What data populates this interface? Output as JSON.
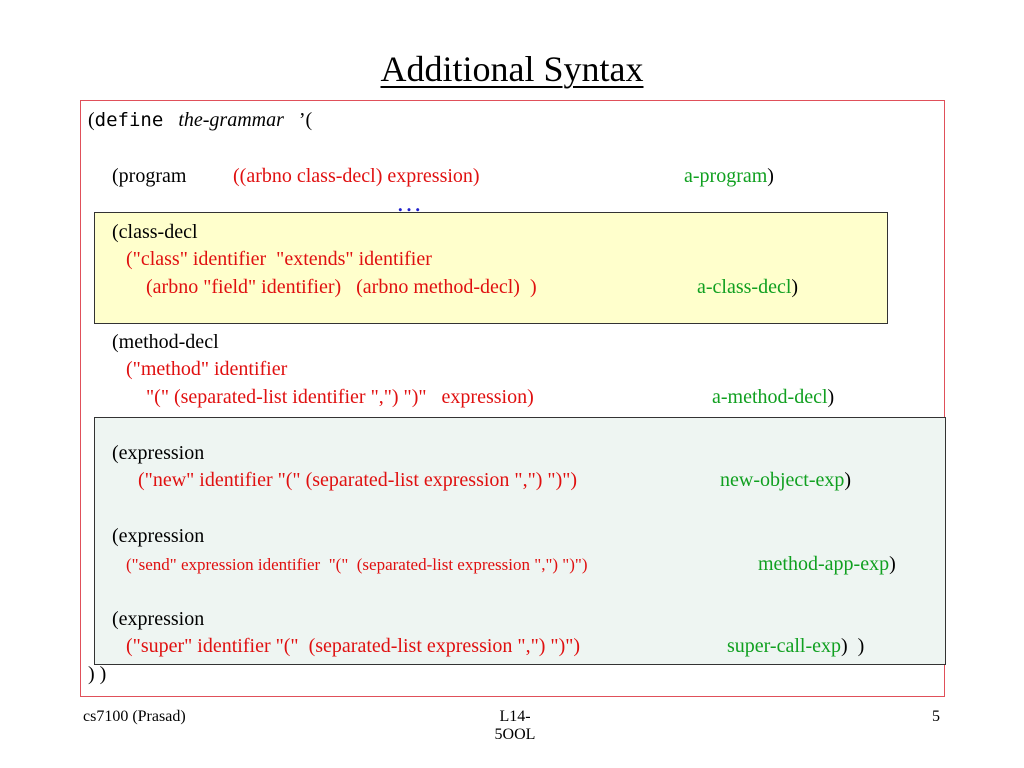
{
  "slide": {
    "title": "Additional Syntax",
    "footer_left": "cs7100 (Prasad)",
    "footer_center": "L14-5OOL",
    "footer_right": "5"
  },
  "grammar": {
    "l1": {
      "open": "(",
      "kw": "define",
      "name": "the-grammar",
      "q": "’("
    },
    "l2": {
      "head": "(program",
      "body": "((arbno class-decl) expression)",
      "tag": "a-program",
      "close": ")"
    },
    "dots": "…",
    "l3": {
      "head": "(class-decl"
    },
    "l4": {
      "body": "(\"class\" identifier  \"extends\" identifier"
    },
    "l5": {
      "body": "(arbno \"field\" identifier)   (arbno method-decl)  )",
      "tag": "a-class-decl",
      "close": ")"
    },
    "l6": {
      "head": "(method-decl"
    },
    "l7": {
      "body": "(\"method\" identifier"
    },
    "l8": {
      "body": "\"(\" (separated-list identifier \",\") \")\"   expression)",
      "tag": "a-method-decl",
      "close": ")"
    },
    "l9": {
      "head": "(expression"
    },
    "l10": {
      "body": "(\"new\" identifier \"(\" (separated-list expression \",\") \")\")",
      "tag": "new-object-exp",
      "close": ")"
    },
    "l11": {
      "head": "(expression"
    },
    "l12": {
      "body": "(\"send\" expression identifier  \"(\"  (separated-list expression \",\") \")\")",
      "tag": "method-app-exp",
      "close": ")"
    },
    "l13": {
      "head": "(expression"
    },
    "l14": {
      "body": "(\"super\" identifier \"(\"  (separated-list expression \",\") \")\")",
      "tag": "super-call-exp",
      "close": ")  )"
    },
    "l15": {
      "close": ") )"
    }
  },
  "colors": {
    "keyword": "#e01010",
    "tag": "#10a020",
    "frame": "#e0505a",
    "highlight_yellow": "#ffffcc",
    "highlight_green": "#eef5f2"
  }
}
